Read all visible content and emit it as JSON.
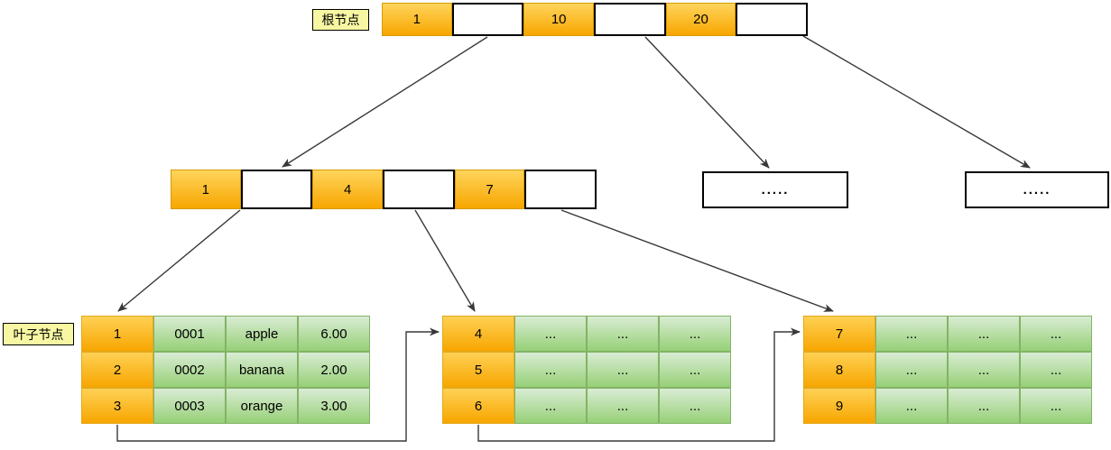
{
  "labels": {
    "root_node": "根节点",
    "leaf_node": "叶子节点"
  },
  "root_node": {
    "cells": [
      "1",
      "",
      "10",
      "",
      "20",
      ""
    ]
  },
  "internal_node": {
    "cells": [
      "1",
      "",
      "4",
      "",
      "7",
      ""
    ]
  },
  "collapsed_nodes": {
    "left": ".....",
    "right": "....."
  },
  "leaf_tables": [
    {
      "rows": [
        {
          "key": "1",
          "values": [
            "0001",
            "apple",
            "6.00"
          ]
        },
        {
          "key": "2",
          "values": [
            "0002",
            "banana",
            "2.00"
          ]
        },
        {
          "key": "3",
          "values": [
            "0003",
            "orange",
            "3.00"
          ]
        }
      ]
    },
    {
      "rows": [
        {
          "key": "4",
          "values": [
            "...",
            "...",
            "..."
          ]
        },
        {
          "key": "5",
          "values": [
            "...",
            "...",
            "..."
          ]
        },
        {
          "key": "6",
          "values": [
            "...",
            "...",
            "..."
          ]
        }
      ]
    },
    {
      "rows": [
        {
          "key": "7",
          "values": [
            "...",
            "...",
            "..."
          ]
        },
        {
          "key": "8",
          "values": [
            "...",
            "...",
            "..."
          ]
        },
        {
          "key": "9",
          "values": [
            "...",
            "...",
            "..."
          ]
        }
      ]
    }
  ],
  "colors": {
    "key_cell_top": "#ffd45c",
    "key_cell_bottom": "#f7a600",
    "key_cell_border": "#d79b00",
    "data_cell_top": "#d9ecd4",
    "data_cell_bottom": "#97d077",
    "data_cell_border": "#82b366",
    "label_bg": "#f7f7a3",
    "pointer_cell_bg": "#ffffff",
    "line": "#383838"
  }
}
